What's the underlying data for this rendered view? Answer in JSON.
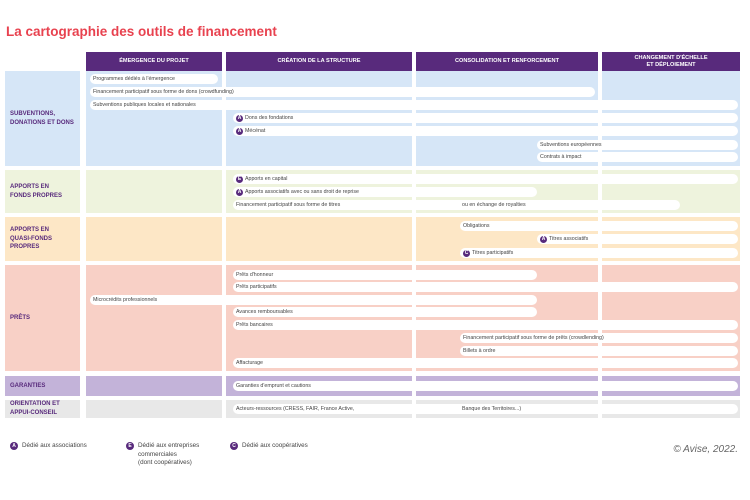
{
  "title": "La cartographie des outils de financement",
  "columns": [
    "ÉMERGENCE DU PROJET",
    "CRÉATION DE LA STRUCTURE",
    "CONSOLIDATION ET RENFORCEMENT",
    "CHANGEMENT D'ÉCHELLE\nET DÉPLOIEMENT"
  ],
  "rows": [
    {
      "label": "SUBVENTIONS,\nDONATIONS ET DONS",
      "color": "#d6e6f7"
    },
    {
      "label": "APPORTS EN\nFONDS PROPRES",
      "color": "#eef3dd"
    },
    {
      "label": "APPORTS EN\nQUASI-FONDS\nPROPRES",
      "color": "#fde7c6"
    },
    {
      "label": "PRÊTS",
      "color": "#f8d0c6"
    },
    {
      "label": "GARANTIES",
      "color": "#c3b3d9"
    },
    {
      "label": "ORIENTATION ET\nAPPUI-CONSEIL",
      "color": "#e8e8e8"
    }
  ],
  "tools": [
    {
      "text": "Programmes dédiés à l'émergence"
    },
    {
      "text": "Financement participatif sous forme de dons (crowdfunding)"
    },
    {
      "text": "Subventions publiques locales et nationales"
    },
    {
      "text": "Dons des fondations",
      "badge": "A"
    },
    {
      "text": "Mécénat",
      "badge": "A"
    },
    {
      "text": "Subventions européennes"
    },
    {
      "text": "Contrats à impact"
    },
    {
      "text": "Apports en capital",
      "badge": "E"
    },
    {
      "text": "Apports associatifs avec ou sans droit de reprise",
      "badge": "A"
    },
    {
      "text": "Financement participatif sous forme de titres",
      "text2": "ou en échange de royalties"
    },
    {
      "text": "Obligations"
    },
    {
      "text": "Titres associatifs",
      "badge": "A"
    },
    {
      "text": "Titres participatifs",
      "badge": "C"
    },
    {
      "text": "Prêts d'honneur"
    },
    {
      "text": "Prêts participatifs"
    },
    {
      "text": "Microcrédits professionnels"
    },
    {
      "text": "Avances remboursables"
    },
    {
      "text": "Prêts bancaires"
    },
    {
      "text": "Financement participatif sous forme de prêts (crowdlending)"
    },
    {
      "text": "Billets à ordre"
    },
    {
      "text": "Affacturage"
    },
    {
      "text": "Garanties d'emprunt et cautions"
    },
    {
      "text": "Acteurs-ressources (CRESS, FAIR, France Active,",
      "text2": "Banque des Territoires...)"
    }
  ],
  "legend": [
    {
      "badge": "A",
      "text": "Dédié aux associations"
    },
    {
      "badge": "E",
      "text": "Dédié aux entreprises\ncommerciales\n(dont coopératives)"
    },
    {
      "badge": "C",
      "text": "Dédié aux coopératives"
    }
  ],
  "copyright": "© Avise, 2022.",
  "accent": "#582a7c",
  "title_color": "#e8424f"
}
